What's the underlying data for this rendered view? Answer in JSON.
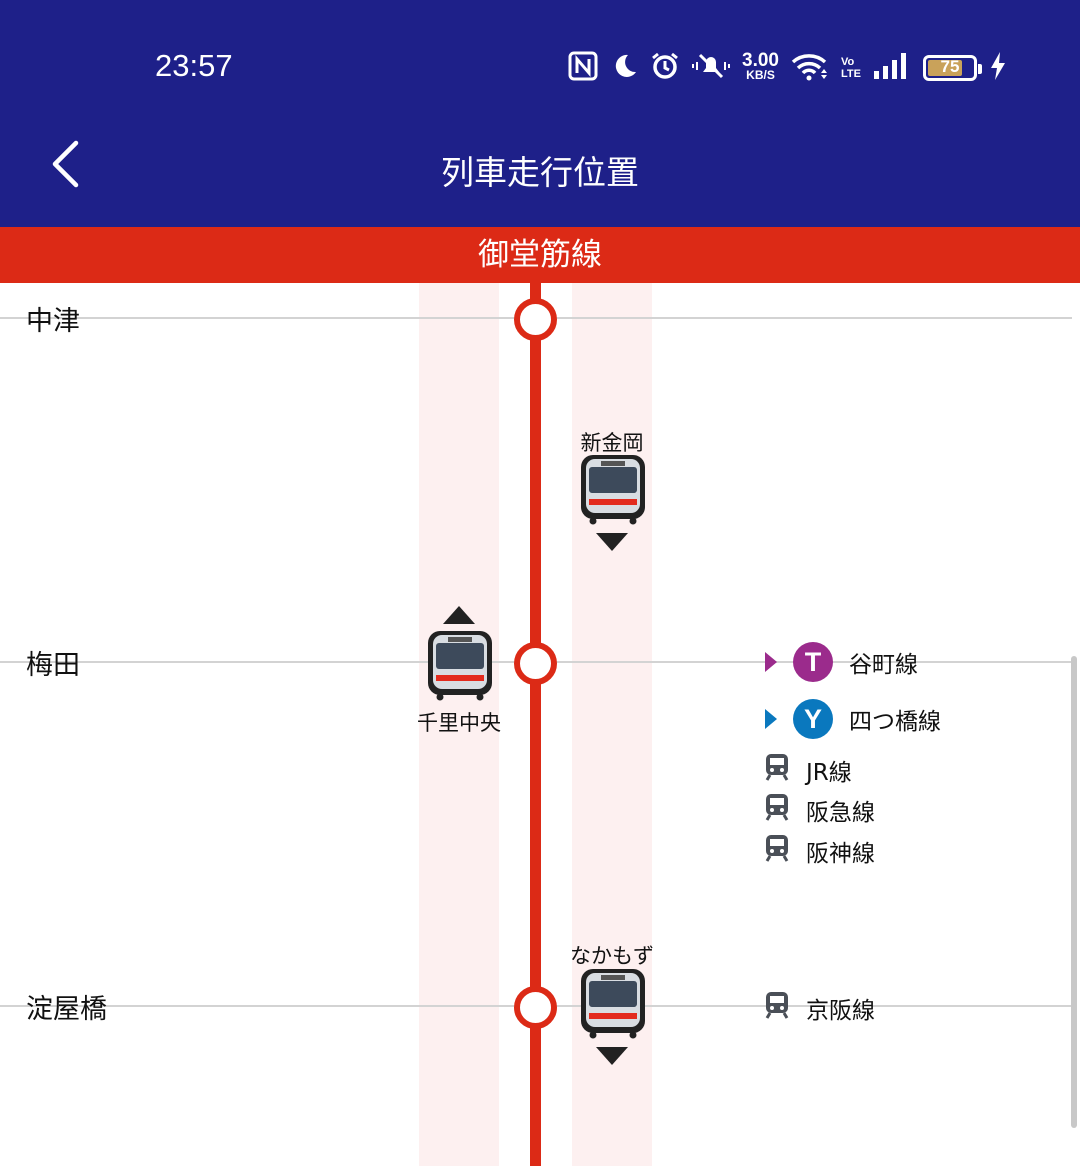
{
  "status_bar": {
    "time": "23:57",
    "net_speed_value": "3.00",
    "net_speed_unit": "KB/S",
    "volte_top": "Vo",
    "volte_bottom": "LTE",
    "battery": "75",
    "icons": [
      "nfc-icon",
      "moon-icon",
      "alarm-icon",
      "mute-icon",
      "wifi-icon",
      "signal-icon",
      "battery-icon",
      "charging-icon"
    ]
  },
  "header": {
    "title": "列車走行位置",
    "back_icon": "chevron-left-icon",
    "background_color": "#1e2089"
  },
  "line": {
    "name": "御堂筋線",
    "color": "#dc2a16"
  },
  "stations": [
    {
      "name": "中津"
    },
    {
      "name": "梅田"
    },
    {
      "name": "淀屋橋"
    }
  ],
  "trains": [
    {
      "destination": "新金岡",
      "direction": "down"
    },
    {
      "destination": "千里中央",
      "direction": "up"
    },
    {
      "destination": "なかもず",
      "direction": "down"
    }
  ],
  "transfers": {
    "umeda": [
      {
        "label": "谷町線",
        "badge": "T",
        "color": "#9b2b8c",
        "kind": "subway"
      },
      {
        "label": "四つ橋線",
        "badge": "Y",
        "color": "#0a78be",
        "kind": "subway"
      },
      {
        "label": "JR線",
        "kind": "rail"
      },
      {
        "label": "阪急線",
        "kind": "rail"
      },
      {
        "label": "阪神線",
        "kind": "rail"
      }
    ],
    "yodoyabashi": [
      {
        "label": "京阪線",
        "kind": "rail"
      }
    ]
  }
}
